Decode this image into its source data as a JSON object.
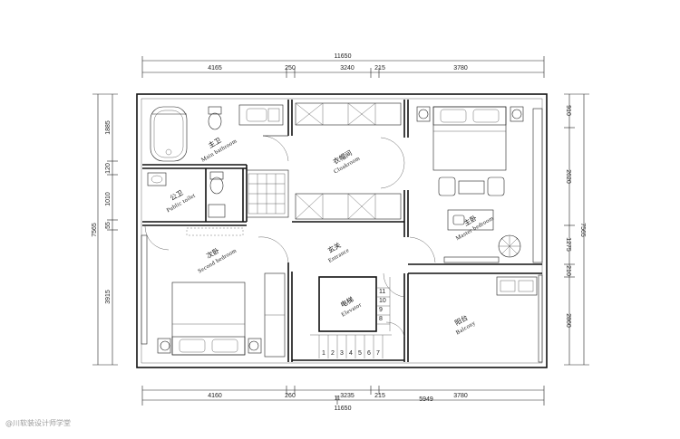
{
  "dimensions": {
    "top_total": "11650",
    "top_segments": [
      "4165",
      "250",
      "3240",
      "215",
      "3780"
    ],
    "bottom_total": "11650",
    "bottom_segments": [
      "4160",
      "260",
      "3235",
      "215",
      "3780"
    ],
    "bottom_extra": [
      "5949",
      "11"
    ],
    "left_total": "7565",
    "left_segments": [
      "1885",
      "120",
      "1010",
      "55",
      "3915"
    ],
    "right_total": "7565",
    "right_segments": [
      "910",
      "2620",
      "1275",
      "210",
      "2860"
    ]
  },
  "rooms": {
    "main_bathroom": {
      "cn": "主卫",
      "en": "Main bathroom"
    },
    "public_bathroom": {
      "cn": "公卫",
      "en": "Public toilet"
    },
    "cloakroom": {
      "cn": "衣帽间",
      "en": "Cloakroom"
    },
    "master_bedroom": {
      "cn": "主卧",
      "en": "Master bedroom"
    },
    "second_bedroom": {
      "cn": "次卧",
      "en": "Second bedroom"
    },
    "entrance": {
      "cn": "玄关",
      "en": "Entrance"
    },
    "elevator": {
      "cn": "电梯",
      "en": "Elevator"
    },
    "balcony": {
      "cn": "阳台",
      "en": "Balcony"
    }
  },
  "stairs": {
    "upper_numbers": [
      "11",
      "10",
      "9",
      "8"
    ],
    "lower_numbers": [
      "1",
      "2",
      "3",
      "4",
      "5",
      "6",
      "7"
    ]
  },
  "watermark": "@川软装设计师学堂"
}
